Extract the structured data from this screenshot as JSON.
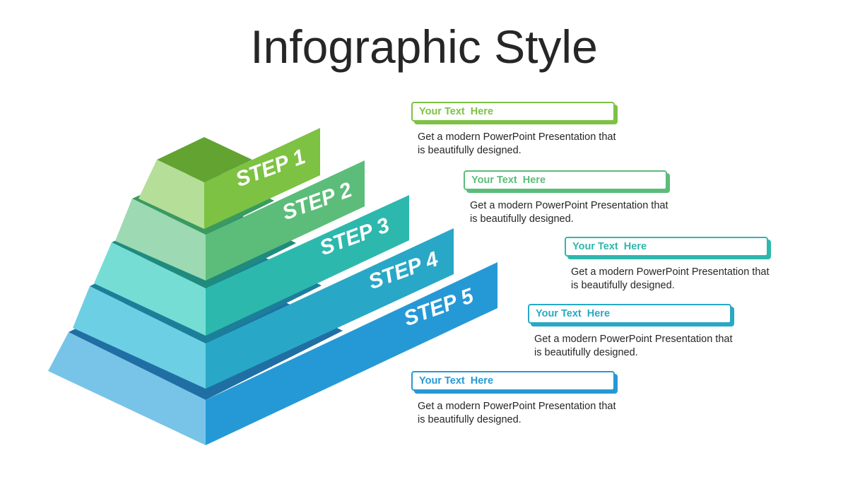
{
  "slide": {
    "title": "Infographic Style"
  },
  "steps": [
    {
      "label": "STEP 1",
      "color": "#7dc243"
    },
    {
      "label": "STEP 2",
      "color": "#5bbd79"
    },
    {
      "label": "STEP 3",
      "color": "#2db8ad"
    },
    {
      "label": "STEP 4",
      "color": "#28a8c6"
    },
    {
      "label": "STEP 5",
      "color": "#2599d6"
    }
  ],
  "callouts": [
    {
      "heading": "Your Text  Here",
      "body": "Get a modern PowerPoint  Presentation that\nis beautifully designed.",
      "color": "#7dc243"
    },
    {
      "heading": "Your Text  Here",
      "body": "Get a modern PowerPoint  Presentation that\nis beautifully designed.",
      "color": "#5bbd79"
    },
    {
      "heading": "Your Text  Here",
      "body": "Get a modern PowerPoint  Presentation that\nis beautifully designed.",
      "color": "#2db8ad"
    },
    {
      "heading": "Your Text  Here",
      "body": "Get a modern PowerPoint  Presentation that\nis beautifully designed.",
      "color": "#28a8c6"
    },
    {
      "heading": "Your Text  Here",
      "body": "Get a modern PowerPoint  Presentation that\nis beautifully designed.",
      "color": "#2599d6"
    }
  ]
}
